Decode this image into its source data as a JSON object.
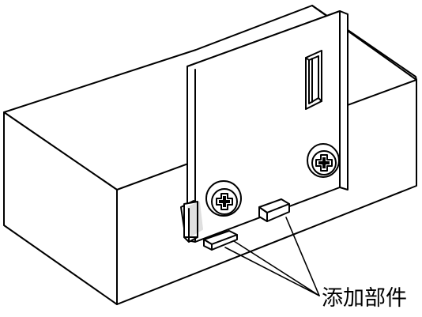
{
  "diagram": {
    "callout_label": "添加部件",
    "colors": {
      "line": "#000000",
      "face": "#ffffff",
      "slot_fill": "#000000"
    },
    "components": [
      "base-block",
      "mounting-plate",
      "vertical-slot",
      "screw",
      "added-part"
    ]
  }
}
